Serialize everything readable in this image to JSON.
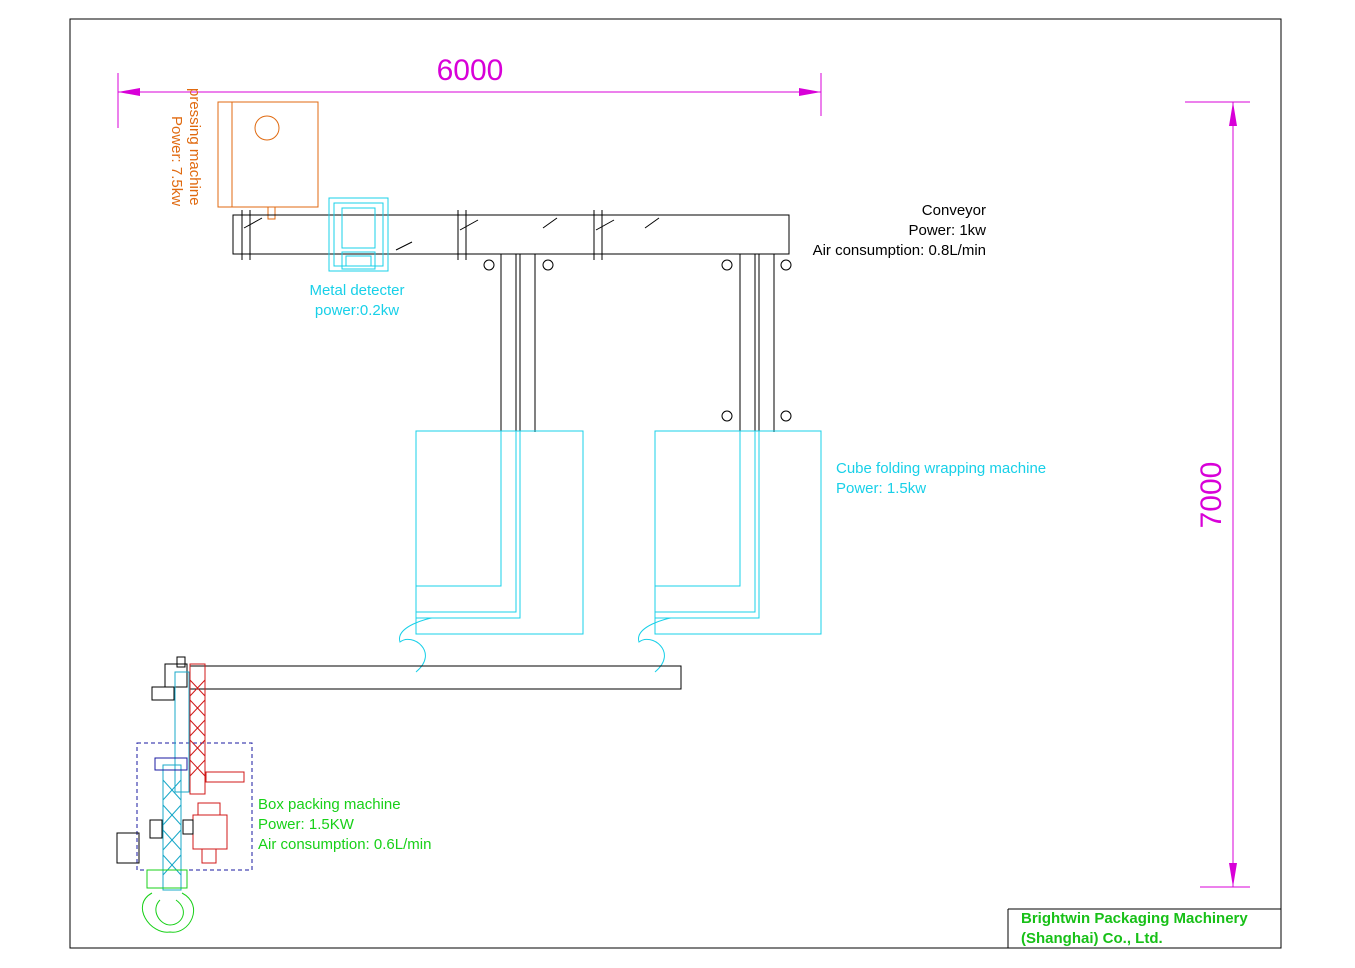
{
  "colors": {
    "frame": "#000000",
    "dimension": "#d800d8",
    "pressing": "#e06a10",
    "metal": "#18d0e8",
    "cube": "#18d0e8",
    "box": "#18d018",
    "box_frame": "#1a1aa0",
    "elevator": "#d01818",
    "title": "#18c018"
  },
  "dimensions": {
    "width": "6000",
    "height": "7000"
  },
  "pressing_machine": {
    "name": "pressing machine",
    "power": "Power: 7.5kw"
  },
  "conveyor": {
    "name": "Conveyor",
    "power": "Power: 1kw",
    "air": "Air consumption: 0.8L/min"
  },
  "metal_detector": {
    "name": "Metal detecter",
    "power": "power:0.2kw"
  },
  "cube_machine": {
    "name": "Cube folding wrapping machine",
    "power": "Power: 1.5kw"
  },
  "box_machine": {
    "name": "Box packing machine",
    "power": "Power: 1.5KW",
    "air": "Air consumption: 0.6L/min"
  },
  "title_block": {
    "line1": "Brightwin Packaging Machinery",
    "line2": "(Shanghai) Co., Ltd."
  }
}
